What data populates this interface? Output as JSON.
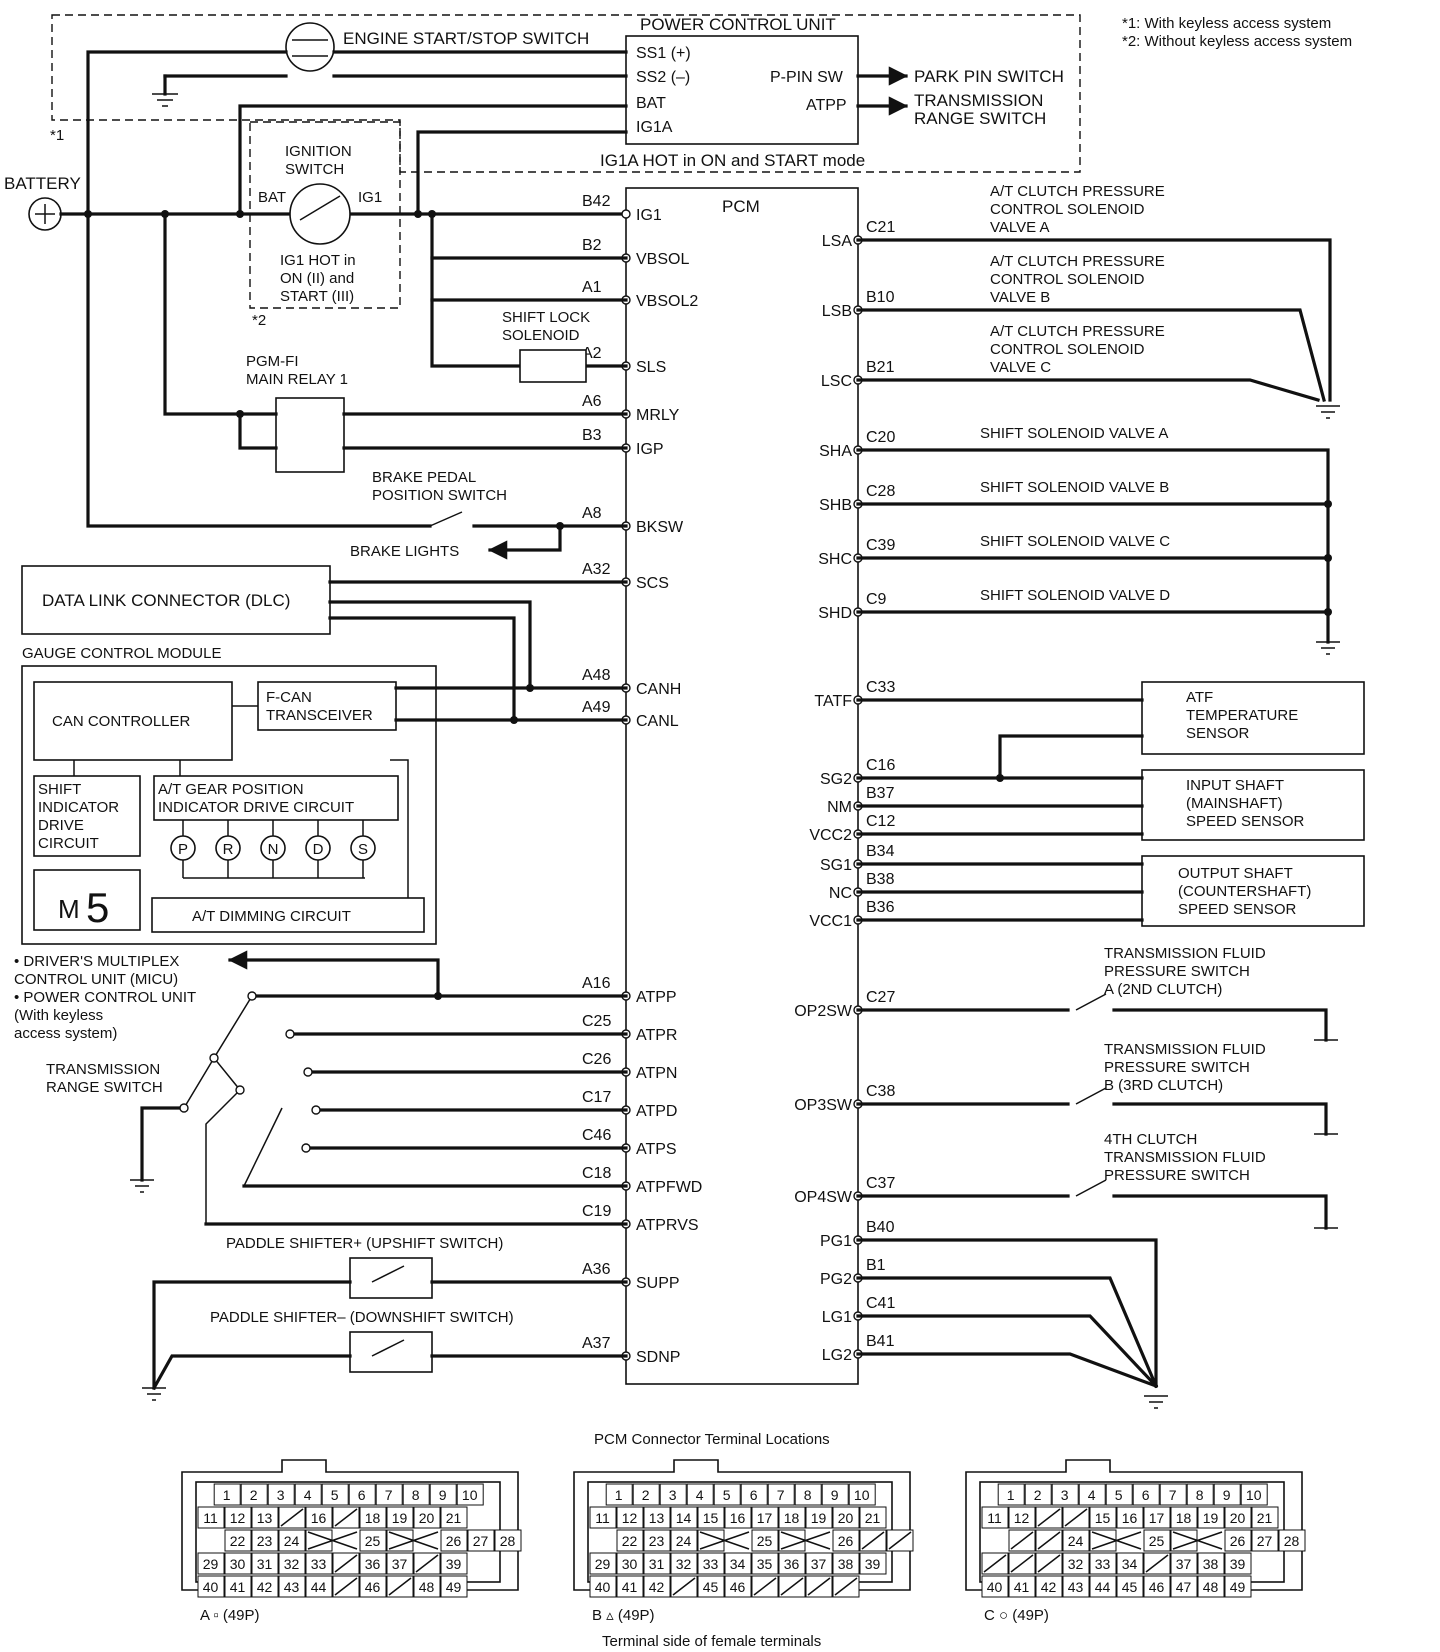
{
  "notes": {
    "n1": "*1: With keyless access system",
    "n2": "*2: Without keyless access system",
    "m1": "*1",
    "m2": "*2"
  },
  "top": {
    "start_switch": "ENGINE START/STOP SWITCH",
    "pcu_title": "POWER CONTROL UNIT",
    "pcu_pins": [
      "SS1 (+)",
      "SS2 (–)",
      "BAT",
      "IG1A"
    ],
    "pcu_right_pins": [
      "P-PIN SW",
      "ATPP"
    ],
    "park_pin_switch": "PARK PIN SWITCH",
    "trs_1": "TRANSMISSION",
    "trs_2": "RANGE SWITCH",
    "ig1a_note": "IG1A HOT in ON and START mode"
  },
  "battery": "BATTERY",
  "ignition": {
    "title_1": "IGNITION",
    "title_2": "SWITCH",
    "bat": "BAT",
    "ig1": "IG1",
    "note_1": "IG1 HOT in",
    "note_2": "ON (II) and",
    "note_3": "START (III)"
  },
  "pcm": {
    "title": "PCM",
    "left": [
      {
        "code": "B42",
        "name": "IG1"
      },
      {
        "code": "B2",
        "name": "VBSOL"
      },
      {
        "code": "A1",
        "name": "VBSOL2"
      },
      {
        "code": "A2",
        "name": "SLS"
      },
      {
        "code": "A6",
        "name": "MRLY"
      },
      {
        "code": "B3",
        "name": "IGP"
      },
      {
        "code": "A8",
        "name": "BKSW"
      },
      {
        "code": "A32",
        "name": "SCS"
      },
      {
        "code": "A48",
        "name": "CANH"
      },
      {
        "code": "A49",
        "name": "CANL"
      },
      {
        "code": "A16",
        "name": "ATPP"
      },
      {
        "code": "C25",
        "name": "ATPR"
      },
      {
        "code": "C26",
        "name": "ATPN"
      },
      {
        "code": "C17",
        "name": "ATPD"
      },
      {
        "code": "C46",
        "name": "ATPS"
      },
      {
        "code": "C18",
        "name": "ATPFWD"
      },
      {
        "code": "C19",
        "name": "ATPRVS"
      },
      {
        "code": "A36",
        "name": "SUPP"
      },
      {
        "code": "A37",
        "name": "SDNP"
      }
    ],
    "right": [
      {
        "code": "C21",
        "name": "LSA"
      },
      {
        "code": "B10",
        "name": "LSB"
      },
      {
        "code": "B21",
        "name": "LSC"
      },
      {
        "code": "C20",
        "name": "SHA"
      },
      {
        "code": "C28",
        "name": "SHB"
      },
      {
        "code": "C39",
        "name": "SHC"
      },
      {
        "code": "C9",
        "name": "SHD"
      },
      {
        "code": "C33",
        "name": "TATF"
      },
      {
        "code": "C16",
        "name": "SG2"
      },
      {
        "code": "B37",
        "name": "NM"
      },
      {
        "code": "C12",
        "name": "VCC2"
      },
      {
        "code": "B34",
        "name": "SG1"
      },
      {
        "code": "B38",
        "name": "NC"
      },
      {
        "code": "B36",
        "name": "VCC1"
      },
      {
        "code": "C27",
        "name": "OP2SW"
      },
      {
        "code": "C38",
        "name": "OP3SW"
      },
      {
        "code": "C37",
        "name": "OP4SW"
      },
      {
        "code": "B40",
        "name": "PG1"
      },
      {
        "code": "B1",
        "name": "PG2"
      },
      {
        "code": "C41",
        "name": "LG1"
      },
      {
        "code": "B41",
        "name": "LG2"
      }
    ]
  },
  "left_components": {
    "shift_lock_1": "SHIFT LOCK",
    "shift_lock_2": "SOLENOID",
    "pgmfi_1": "PGM-FI",
    "pgmfi_2": "MAIN RELAY 1",
    "brake_1": "BRAKE PEDAL",
    "brake_2": "POSITION SWITCH",
    "brake_lights": "BRAKE LIGHTS",
    "dlc": "DATA LINK CONNECTOR (DLC)",
    "gcm": "GAUGE CONTROL MODULE",
    "can_controller": "CAN CONTROLLER",
    "fcan_1": "F-CAN",
    "fcan_2": "TRANSCEIVER",
    "shift_ind": [
      "SHIFT",
      "INDICATOR",
      "DRIVE",
      "CIRCUIT"
    ],
    "gear_pos_1": "A/T GEAR POSITION",
    "gear_pos_2": "INDICATOR DRIVE CIRCUIT",
    "gear_letters": [
      "P",
      "R",
      "N",
      "D",
      "S"
    ],
    "display_m": "M",
    "display_digit": "5",
    "dimming": "A/T DIMMING CIRCUIT",
    "micu_1": "• DRIVER'S MULTIPLEX",
    "micu_2": "CONTROL UNIT (MICU)",
    "micu_3": "• POWER CONTROL UNIT",
    "micu_4": "(With keyless",
    "micu_5": "access system)",
    "trs_1": "TRANSMISSION",
    "trs_2": "RANGE SWITCH",
    "paddle_up": "PADDLE SHIFTER+ (UPSHIFT SWITCH)",
    "paddle_down": "PADDLE SHIFTER– (DOWNSHIFT SWITCH)"
  },
  "right_components": {
    "lsa": [
      "A/T CLUTCH PRESSURE",
      "CONTROL SOLENOID",
      "VALVE A"
    ],
    "lsb": [
      "A/T CLUTCH PRESSURE",
      "CONTROL SOLENOID",
      "VALVE B"
    ],
    "lsc": [
      "A/T CLUTCH PRESSURE",
      "CONTROL SOLENOID",
      "VALVE C"
    ],
    "sha": "SHIFT SOLENOID VALVE A",
    "shb": "SHIFT SOLENOID VALVE B",
    "shc": "SHIFT SOLENOID VALVE C",
    "shd": "SHIFT SOLENOID VALVE D",
    "atf": [
      "ATF",
      "TEMPERATURE",
      "SENSOR"
    ],
    "input": [
      "INPUT SHAFT",
      "(MAINSHAFT)",
      "SPEED SENSOR"
    ],
    "output": [
      "OUTPUT SHAFT",
      "(COUNTERSHAFT)",
      "SPEED SENSOR"
    ],
    "psa": [
      "TRANSMISSION FLUID",
      "PRESSURE SWITCH",
      "A (2ND CLUTCH)"
    ],
    "psb": [
      "TRANSMISSION FLUID",
      "PRESSURE SWITCH",
      "B (3RD CLUTCH)"
    ],
    "ps4": [
      "4TH CLUTCH",
      "TRANSMISSION FLUID",
      "PRESSURE SWITCH"
    ]
  },
  "connectors": {
    "title": "PCM Connector Terminal Locations",
    "footer": "Terminal side of female terminals",
    "list": [
      {
        "label": "A ▫ (49P)",
        "rows": [
          [
            "1",
            "2",
            "3",
            "4",
            "5",
            "6",
            "7",
            "8",
            "9",
            "10"
          ],
          [
            "11",
            "12",
            "13",
            "/",
            "16",
            "/",
            "18",
            "19",
            "20",
            "21"
          ],
          [
            "22",
            "23",
            "24",
            "X",
            "25",
            "X",
            "26",
            "27",
            "28"
          ],
          [
            "29",
            "30",
            "31",
            "32",
            "33",
            "/",
            "36",
            "37",
            "/",
            "39"
          ],
          [
            "40",
            "41",
            "42",
            "43",
            "44",
            "/",
            "46",
            "/",
            "48",
            "49"
          ]
        ]
      },
      {
        "label": "B ▵ (49P)",
        "rows": [
          [
            "1",
            "2",
            "3",
            "4",
            "5",
            "6",
            "7",
            "8",
            "9",
            "10"
          ],
          [
            "11",
            "12",
            "13",
            "14",
            "15",
            "16",
            "17",
            "18",
            "19",
            "20",
            "21"
          ],
          [
            "22",
            "23",
            "24",
            "X",
            "25",
            "X",
            "26",
            "/",
            "/"
          ],
          [
            "29",
            "30",
            "31",
            "32",
            "33",
            "34",
            "35",
            "36",
            "37",
            "38",
            "39"
          ],
          [
            "40",
            "41",
            "42",
            "/",
            "45",
            "46",
            "/",
            "/",
            "/",
            "/"
          ]
        ]
      },
      {
        "label": "C ○ (49P)",
        "rows": [
          [
            "1",
            "2",
            "3",
            "4",
            "5",
            "6",
            "7",
            "8",
            "9",
            "10"
          ],
          [
            "11",
            "12",
            "/",
            "/",
            "15",
            "16",
            "17",
            "18",
            "19",
            "20",
            "21"
          ],
          [
            "/",
            "/",
            "24",
            "X",
            "25",
            "X",
            "26",
            "27",
            "28"
          ],
          [
            "/",
            "/",
            "/",
            "32",
            "33",
            "34",
            "/",
            "37",
            "38",
            "39"
          ],
          [
            "40",
            "41",
            "42",
            "43",
            "44",
            "45",
            "46",
            "47",
            "48",
            "49"
          ]
        ]
      }
    ]
  }
}
